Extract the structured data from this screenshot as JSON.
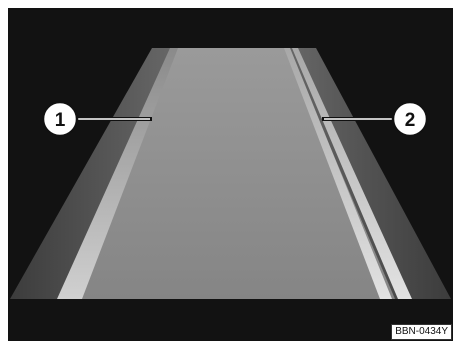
{
  "diagram": {
    "colors": {
      "background": "#121212",
      "road_surface": "#8e8e8e",
      "outer_edge": "#5a5a5a",
      "left_stripe": "#c6c6c6",
      "right_stripe": "#d8d8d8",
      "callout_fill": "#ffffff",
      "callout_stroke": "#111111"
    },
    "callouts": [
      {
        "label": "1"
      },
      {
        "label": "2"
      }
    ],
    "reference_code": "BBN-0434Y"
  }
}
